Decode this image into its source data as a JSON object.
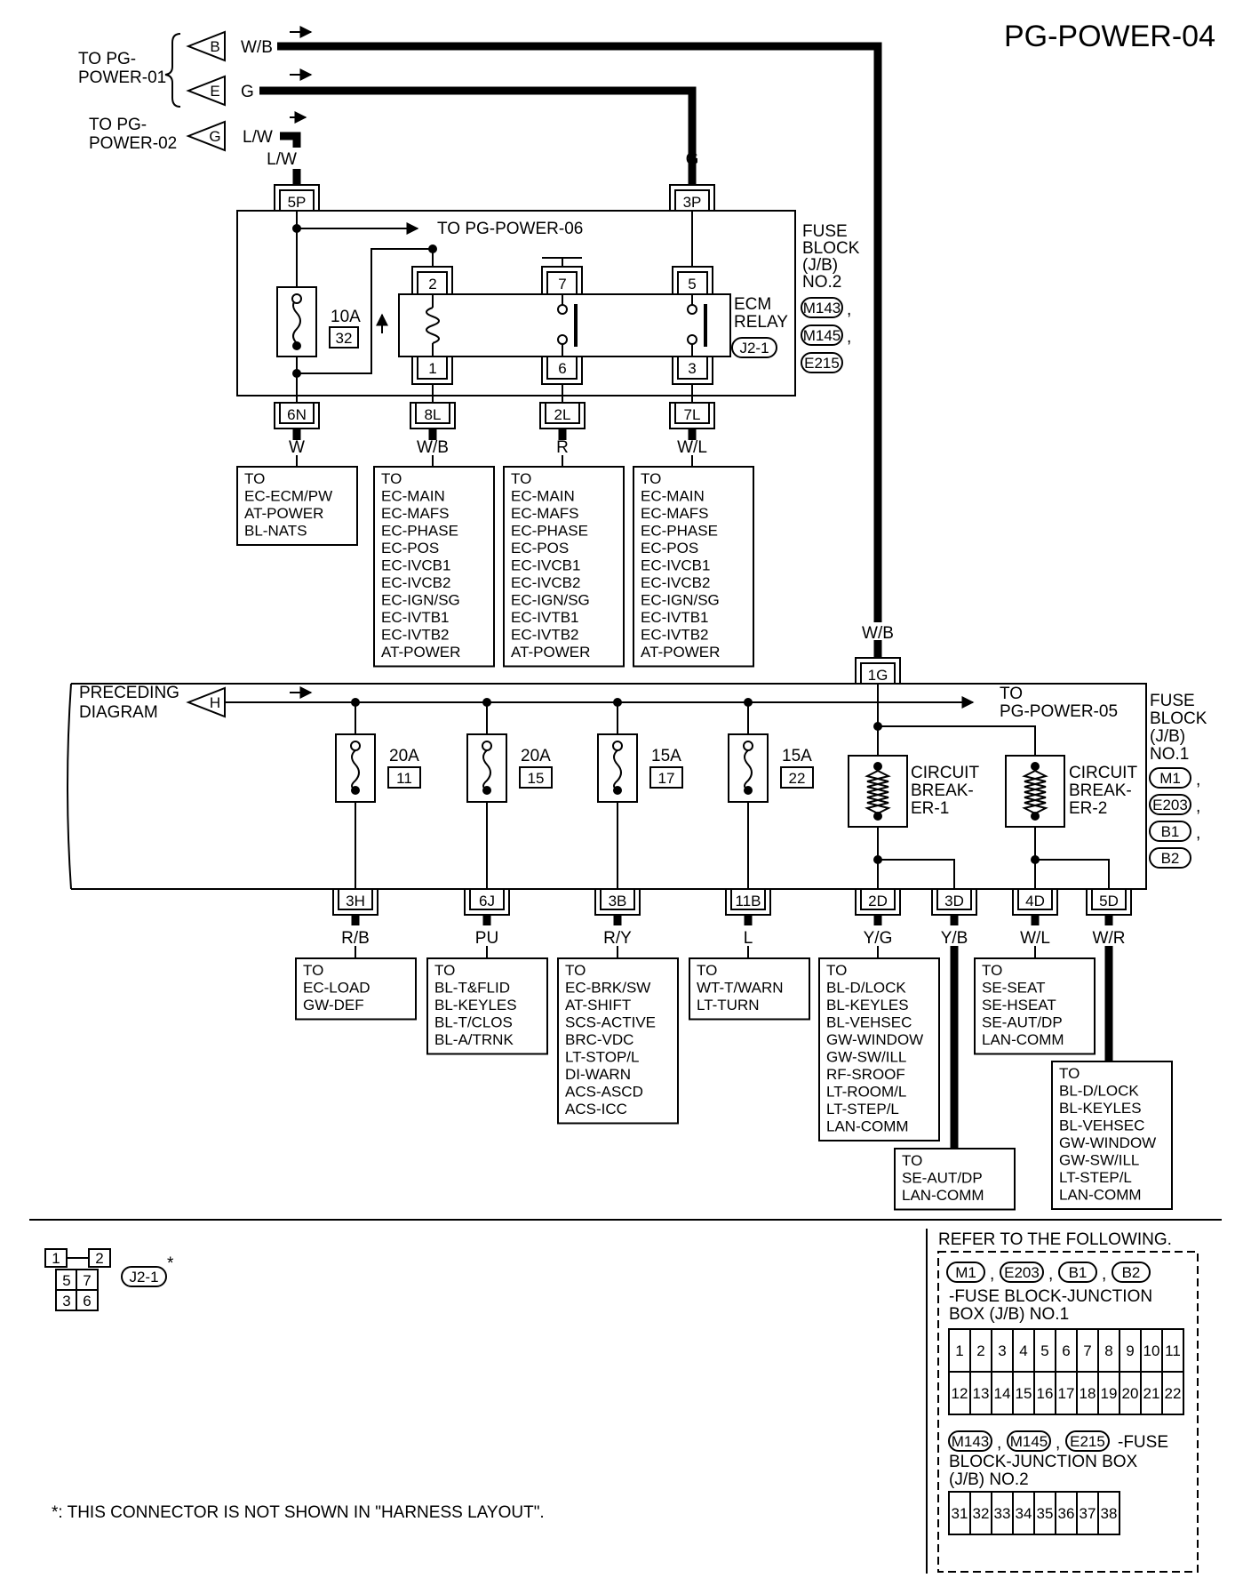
{
  "page_title": "PG-POWER-04",
  "top_inputs": {
    "pg01_label": [
      "TO PG-",
      "POWER-01"
    ],
    "pg02_label": [
      "TO PG-",
      "POWER-02"
    ],
    "b": {
      "letter": "B",
      "wire": "W/B"
    },
    "e": {
      "letter": "E",
      "wire": "G"
    },
    "g": {
      "letter": "G",
      "wire": "L/W"
    }
  },
  "jb2": {
    "title_lines": [
      "FUSE",
      "BLOCK",
      "(J/B)",
      "NO.2"
    ],
    "connectors": [
      "M143",
      "M145",
      "E215"
    ],
    "in_left": {
      "pin": "5P",
      "wire": "L/W"
    },
    "in_right": {
      "pin": "3P",
      "wire": "G"
    },
    "to_pg06": "TO PG-POWER-06",
    "fuse": {
      "amp": "10A",
      "num": "32"
    },
    "relay_label": [
      "ECM",
      "RELAY"
    ],
    "relay_connector": "J2-1",
    "relay_pins_top": [
      "2",
      "7",
      "5"
    ],
    "relay_pins_bottom": [
      "1",
      "6",
      "3"
    ],
    "outputs": [
      {
        "pin": "6N",
        "wire": "W",
        "dest": [
          "TO",
          "EC-ECM/PW",
          "AT-POWER",
          "BL-NATS"
        ]
      },
      {
        "pin": "8L",
        "wire": "W/B",
        "dest": [
          "TO",
          "EC-MAIN",
          "EC-MAFS",
          "EC-PHASE",
          "EC-POS",
          "EC-IVCB1",
          "EC-IVCB2",
          "EC-IGN/SG",
          "EC-IVTB1",
          "EC-IVTB2",
          "AT-POWER"
        ]
      },
      {
        "pin": "2L",
        "wire": "R",
        "dest": [
          "TO",
          "EC-MAIN",
          "EC-MAFS",
          "EC-PHASE",
          "EC-POS",
          "EC-IVCB1",
          "EC-IVCB2",
          "EC-IGN/SG",
          "EC-IVTB1",
          "EC-IVTB2",
          "AT-POWER"
        ]
      },
      {
        "pin": "7L",
        "wire": "W/L",
        "dest": [
          "TO",
          "EC-MAIN",
          "EC-MAFS",
          "EC-PHASE",
          "EC-POS",
          "EC-IVCB1",
          "EC-IVCB2",
          "EC-IGN/SG",
          "EC-IVTB1",
          "EC-IVTB2",
          "AT-POWER"
        ]
      }
    ]
  },
  "jb1": {
    "title_lines": [
      "FUSE",
      "BLOCK",
      "(J/B)",
      "NO.1"
    ],
    "connectors": [
      "M1",
      "E203",
      "B1",
      "B2"
    ],
    "input": {
      "pin": "1G",
      "wire": "W/B"
    },
    "preceding": {
      "lines": [
        "PRECEDING",
        "DIAGRAM"
      ],
      "letter": "H"
    },
    "to_pg05": [
      "TO",
      "PG-POWER-05"
    ],
    "fuses": [
      {
        "amp": "20A",
        "num": "11"
      },
      {
        "amp": "20A",
        "num": "15"
      },
      {
        "amp": "15A",
        "num": "17"
      },
      {
        "amp": "15A",
        "num": "22"
      }
    ],
    "breakers": [
      {
        "lines": [
          "CIRCUIT",
          "BREAK-",
          "ER-1"
        ]
      },
      {
        "lines": [
          "CIRCUIT",
          "BREAK-",
          "ER-2"
        ]
      }
    ],
    "outputs": [
      {
        "pin": "3H",
        "wire": "R/B",
        "dest": [
          "TO",
          "EC-LOAD",
          "GW-DEF"
        ]
      },
      {
        "pin": "6J",
        "wire": "PU",
        "dest": [
          "TO",
          "BL-T&FLID",
          "BL-KEYLES",
          "BL-T/CLOS",
          "BL-A/TRNK"
        ]
      },
      {
        "pin": "3B",
        "wire": "R/Y",
        "dest": [
          "TO",
          "EC-BRK/SW",
          "AT-SHIFT",
          "SCS-ACTIVE",
          "BRC-VDC",
          "LT-STOP/L",
          "DI-WARN",
          "ACS-ASCD",
          "ACS-ICC"
        ]
      },
      {
        "pin": "11B",
        "wire": "L",
        "dest": [
          "TO",
          "WT-T/WARN",
          "LT-TURN"
        ]
      },
      {
        "pin": "2D",
        "wire": "Y/G",
        "dest": [
          "TO",
          "BL-D/LOCK",
          "BL-KEYLES",
          "BL-VEHSEC",
          "GW-WINDOW",
          "GW-SW/ILL",
          "RF-SROOF",
          "LT-ROOM/L",
          "LT-STEP/L",
          "LAN-COMM"
        ]
      },
      {
        "pin": "3D",
        "wire": "Y/B",
        "dest": [
          "TO",
          "SE-AUT/DP",
          "LAN-COMM"
        ]
      },
      {
        "pin": "4D",
        "wire": "W/L",
        "dest": [
          "TO",
          "SE-SEAT",
          "SE-HSEAT",
          "SE-AUT/DP",
          "LAN-COMM"
        ]
      },
      {
        "pin": "5D",
        "wire": "W/R",
        "dest": [
          "TO",
          "BL-D/LOCK",
          "BL-KEYLES",
          "BL-VEHSEC",
          "GW-WINDOW",
          "GW-SW/ILL",
          "LT-STEP/L",
          "LAN-COMM"
        ]
      }
    ]
  },
  "relay_connector": {
    "pins": [
      "1",
      "2",
      "5",
      "7",
      "3",
      "6"
    ],
    "label": "J2-1",
    "mark": "*"
  },
  "footnote": "*: THIS CONNECTOR IS NOT SHOWN IN \"HARNESS LAYOUT\".",
  "refer": {
    "title": "REFER TO THE FOLLOWING.",
    "jb1_connectors": [
      "M1",
      "E203",
      "B1",
      "B2"
    ],
    "jb1_desc": [
      "-FUSE BLOCK-JUNCTION",
      "BOX (J/B) NO.1"
    ],
    "jb1_fuses_row1": [
      "1",
      "2",
      "3",
      "4",
      "5",
      "6",
      "7",
      "8",
      "9",
      "10",
      "11"
    ],
    "jb1_fuses_row2": [
      "12",
      "13",
      "14",
      "15",
      "16",
      "17",
      "18",
      "19",
      "20",
      "21",
      "22"
    ],
    "jb2_connectors": [
      "M143",
      "M145",
      "E215"
    ],
    "jb2_desc": [
      "-FUSE",
      "BLOCK-JUNCTION BOX",
      "(J/B) NO.2"
    ],
    "jb2_fuses": [
      "31",
      "32",
      "33",
      "34",
      "35",
      "36",
      "37",
      "38"
    ]
  }
}
